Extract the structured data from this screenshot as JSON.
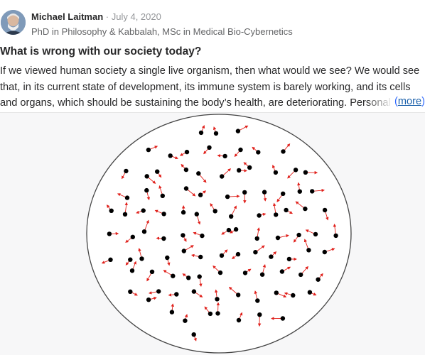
{
  "author": {
    "name": "Michael Laitman",
    "separator": "·",
    "date": "July 4, 2020",
    "credential": "PhD in Philosophy & Kabbalah, MSc in Medical Bio-Cybernetics"
  },
  "question": {
    "title": "What is wrong with our society today?"
  },
  "answer": {
    "lines": [
      "If we viewed human society a single live organism, then what would we see? We would see",
      "that, in its current state of development, its immune system is barely working, and its cells",
      "and organs, which should be sustaining the body’s health, are deteriorating. Personal"
    ],
    "more_open": "(",
    "more_label": "more",
    "more_close": ")"
  },
  "figure": {
    "dot_color": "#000000",
    "arrow_color": "#e0201b",
    "circle_stroke": "#444444"
  }
}
